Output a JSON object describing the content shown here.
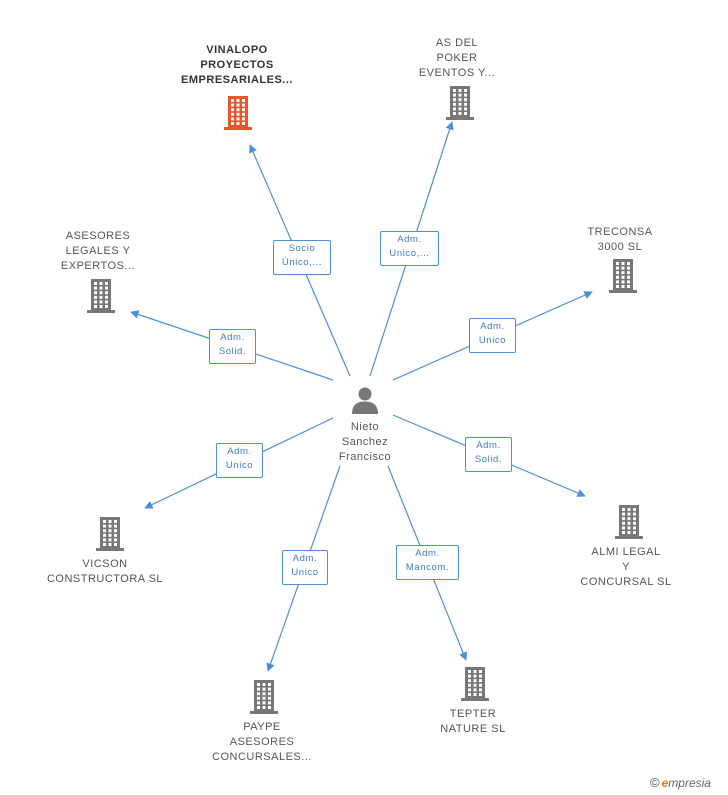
{
  "center": {
    "name": "Nieto\nSanchez\nFrancisco"
  },
  "companies": [
    {
      "id": "vinalopo",
      "name": "VINALOPO\nPROYECTOS\nEMPRESARIALES...",
      "highlight": true,
      "color": "#e8552c"
    },
    {
      "id": "asdelpoker",
      "name": "AS DEL\nPOKER\nEVENTOS Y...",
      "highlight": false,
      "color": "#777777"
    },
    {
      "id": "asesores",
      "name": "ASESORES\nLEGALES Y\nEXPERTOS...",
      "highlight": false,
      "color": "#777777"
    },
    {
      "id": "treconsa",
      "name": "TRECONSA\n3000 SL",
      "highlight": false,
      "color": "#777777"
    },
    {
      "id": "vicson",
      "name": "VICSON\nCONSTRUCTORA SL",
      "highlight": false,
      "color": "#777777"
    },
    {
      "id": "almi",
      "name": "ALMI LEGAL\nY\nCONCURSAL SL",
      "highlight": false,
      "color": "#777777"
    },
    {
      "id": "paype",
      "name": "PAYPE\nASESORES\nCONCURSALES...",
      "highlight": false,
      "color": "#777777"
    },
    {
      "id": "tepter",
      "name": "TEPTER\nNATURE SL",
      "highlight": false,
      "color": "#777777"
    }
  ],
  "relations": [
    {
      "target": "vinalopo",
      "label": "Socio\nÚnico,..."
    },
    {
      "target": "asdelpoker",
      "label": "Adm.\nUnico,..."
    },
    {
      "target": "asesores",
      "label": "Adm.\nSolid."
    },
    {
      "target": "treconsa",
      "label": "Adm.\nUnico"
    },
    {
      "target": "vicson",
      "label": "Adm.\nUnico"
    },
    {
      "target": "almi",
      "label": "Adm.\nSolid."
    },
    {
      "target": "paype",
      "label": "Adm.\nUnico"
    },
    {
      "target": "tepter",
      "label": "Adm.\nMancom."
    }
  ],
  "colors": {
    "edge": "#4a8fd9",
    "building": "#777777",
    "highlight": "#e8552c",
    "person": "#777777"
  },
  "footer": {
    "copyright": "©",
    "brand_e": "e",
    "brand_rest": "mpresia"
  }
}
